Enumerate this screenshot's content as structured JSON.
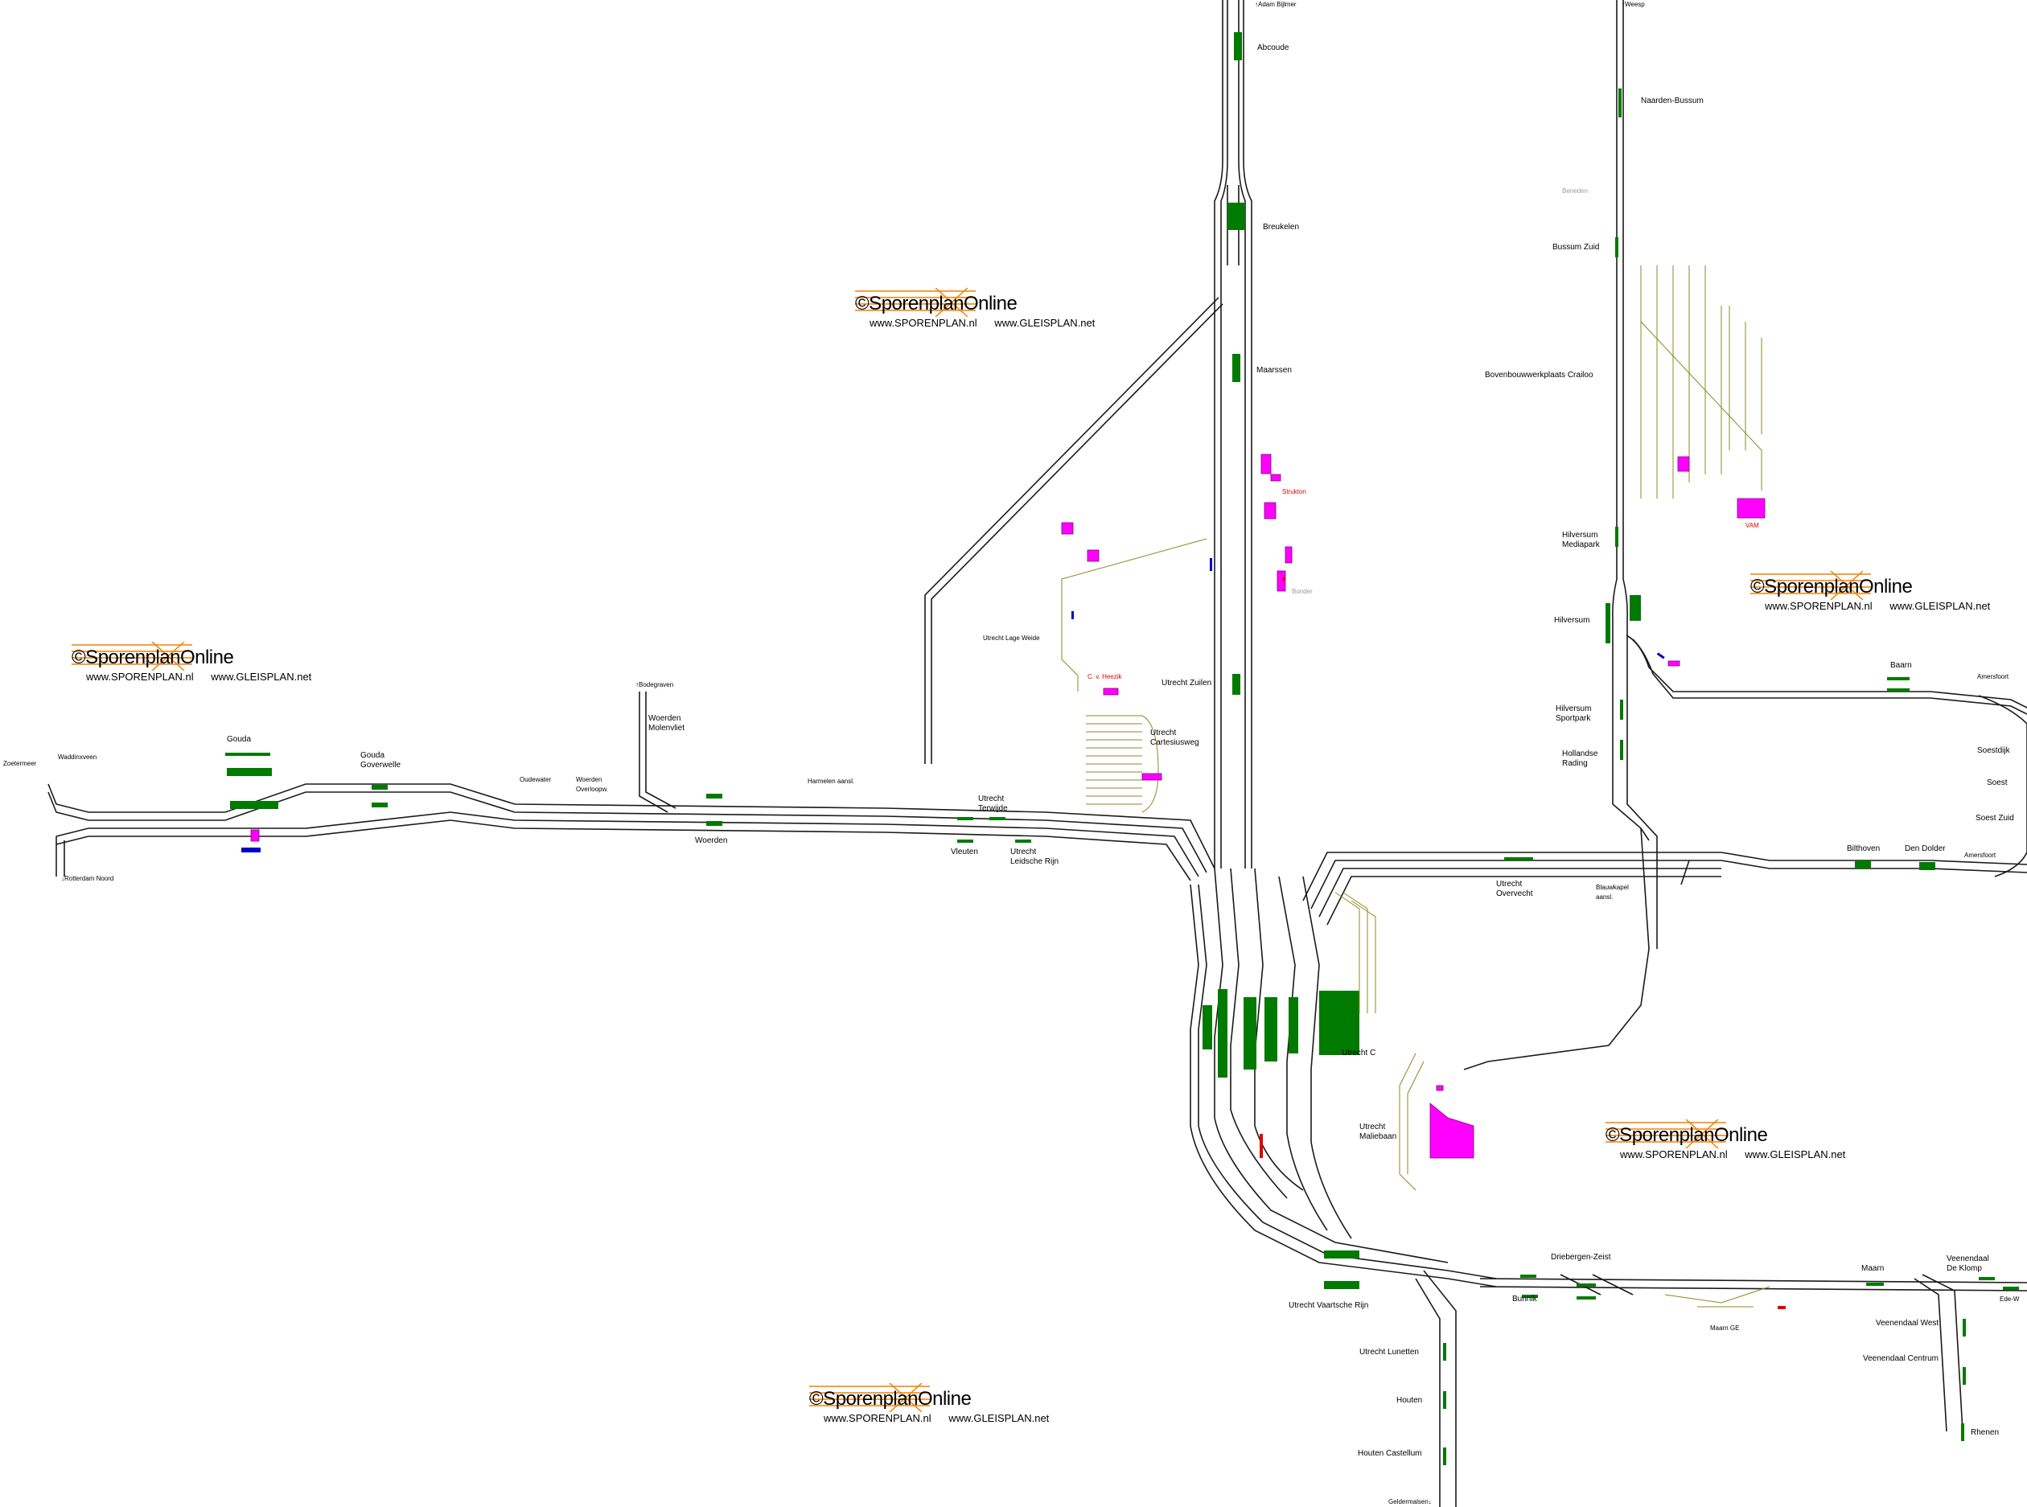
{
  "colors": {
    "track": "#1a1a1a",
    "platform": "#007a00",
    "yard": "#8a8a20",
    "building": "#ff00ff",
    "building_outline": "#800080",
    "private_label": "#e00000",
    "inactive": "#999999",
    "watermark_lines": "#f08000"
  },
  "watermark": {
    "title": "©SporenplanOnline",
    "url1": "www.SPORENPLAN.nl",
    "url2": "www.GLEISPLAN.net"
  },
  "directions": {
    "adam_bijlmer": "↑Adam Bijlmer",
    "weesp": "↑Weesp",
    "bodegraven": "↑Bodegraven",
    "rotterdam_noord": "↓Rotterdam Noord",
    "geldermalsen": "Geldermalsen↓",
    "amersfoort_1": "Amersfoort",
    "amersfoort_2": "Amersfoort",
    "ede_w": "Ede-W"
  },
  "stations": {
    "abcoude": "Abcoude",
    "breukelen": "Breukelen",
    "maarssen": "Maarssen",
    "utrecht_zuilen": "Utrecht Zuilen",
    "utrecht_lage_weide": "Utrecht Lage Weide",
    "utrecht_cartesiusweg": "Utrecht\nCartesiusweg",
    "naarden_bussum": "Naarden-Bussum",
    "bussum_zuid": "Bussum Zuid",
    "bovenbouw": "Bovenbouwwerkplaats Crailoo",
    "hilversum_mediapark": "Hilversum\nMediapark",
    "hilversum": "Hilversum",
    "hilversum_sportpark": "Hilversum\nSportpark",
    "hollandse_rading": "Hollandse\nRading",
    "baarn": "Baarn",
    "soestdijk": "Soestdijk",
    "soest": "Soest",
    "soest_zuid": "Soest Zuid",
    "bilthoven": "Bilthoven",
    "den_dolder": "Den Dolder",
    "zoetermeer": "Zoetermeer",
    "waddinxveen": "Waddinxveen",
    "gouda": "Gouda",
    "gouda_goverwelle": "Gouda\nGoverwelle",
    "oudewater": "Oudewater",
    "woerden_overloop": "Woerden\nOverloopw.",
    "woerden_molenvliet": "Woerden\nMolenvliet",
    "woerden": "Woerden",
    "harmelen": "Harmelen aansl.",
    "utrecht_terwijde": "Utrecht\nTerwijde",
    "vleuten": "Vleuten",
    "utrecht_leidsche_rijn": "Utrecht\nLeidsche Rijn",
    "utrecht_overvecht": "Utrecht\nOvervecht",
    "blauwkapel": "Blauwkapel\naansl.",
    "utrecht_c": "Utrecht C",
    "utrecht_maliebaan": "Utrecht\nMaliebaan",
    "utrecht_vaartsche_rijn": "Utrecht Vaartsche Rijn",
    "utrecht_lunetten": "Utrecht Lunetten",
    "houten": "Houten",
    "houten_castellum": "Houten Castellum",
    "bunnik": "Bunnik",
    "driebergen_zeist": "Driebergen-Zeist",
    "maarn_ge": "Maarn GE",
    "maarn": "Maarn",
    "veenendaal_de_klomp": "Veenendaal\nDe Klomp",
    "veenendaal_west": "Veenendaal West",
    "veenendaal_centrum": "Veenendaal Centrum",
    "rhenen": "Rhenen"
  },
  "sidings": {
    "strukton": "Strukton",
    "bonder": "Bonder",
    "c_v_heezik": "C. v. Heezik",
    "vam": "VAM",
    "beneden": "Beneden"
  }
}
